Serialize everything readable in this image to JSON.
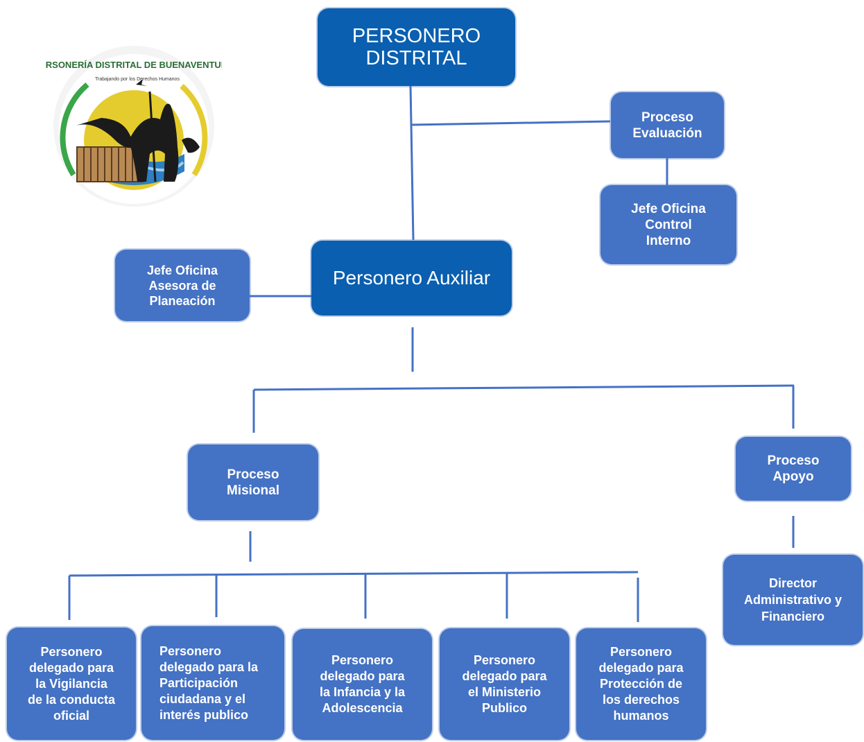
{
  "logo": {
    "ring_text_top": "PERSONERÍA DISTRITAL DE BUENAVENTURA",
    "ring_text_sub": "Trabajando por los Derechos Humanos",
    "colors": {
      "ring": "#e5cc2e",
      "ring_inner": "#3aa64a",
      "sea": "#2f7fc1",
      "figure": "#1b1b1b"
    }
  },
  "colors": {
    "box": "#4472c4",
    "box_top": "#0a5fb0",
    "line": "#4472c4",
    "text": "#ffffff"
  },
  "nodes": {
    "personero_distrital": "PERSONERO\nDISTRITAL",
    "proceso_evaluacion": "Proceso\nEvaluación",
    "jefe_control_interno": "Jefe Oficina\nControl\nInterno",
    "personero_auxiliar": "Personero Auxiliar",
    "jefe_planeacion": "Jefe Oficina\nAsesora de\nPlaneación",
    "proceso_misional": "Proceso\nMisional",
    "proceso_apoyo": "Proceso\nApoyo",
    "director_admin": "Director\nAdministrativo y\nFinanciero",
    "delegado_vigilancia": "Personero\ndelegado para\nla Vigilancia\nde la conducta\noficial",
    "delegado_participacion": "Personero\ndelegado para la\nParticipación\nciudadana y el\ninterés publico",
    "delegado_infancia": "Personero\ndelegado para\nla Infancia y la\nAdolescencia",
    "delegado_ministerio": "Personero\ndelegado para\nel Ministerio\nPublico",
    "delegado_ddhh": "Personero\ndelegado para\nProtección de\nlos derechos\nhumanos"
  }
}
